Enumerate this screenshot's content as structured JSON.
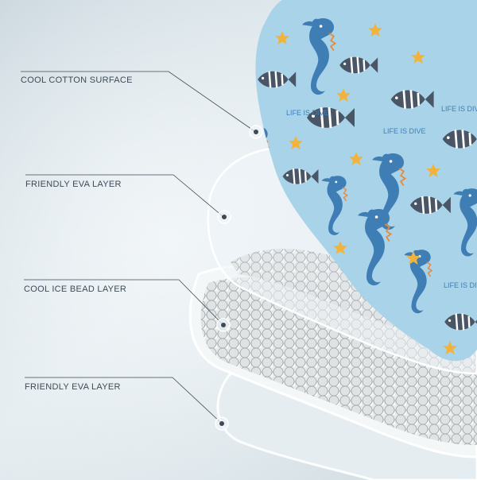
{
  "callouts": [
    {
      "label": "COOL COTTON SURFACE"
    },
    {
      "label": "FRIENDLY EVA LAYER"
    },
    {
      "label": "COOL ICE BEAD LAYER"
    },
    {
      "label": "FRIENDLY EVA LAYER"
    }
  ],
  "fabric_text": "LIFE IS DIVE",
  "colors": {
    "background": "#d6e1e7",
    "fabric": "#a9d3e9",
    "seahorse": "#3f7eb5",
    "fish_dark": "#4a5666",
    "starfish": "#f2b33d",
    "eva": "#edf3f6",
    "beads": "#cfd3d4",
    "callout_line": "#3f4a55"
  },
  "icons": [
    "seahorse-icon",
    "fish-icon",
    "starfish-icon",
    "callout-marker-icon"
  ]
}
